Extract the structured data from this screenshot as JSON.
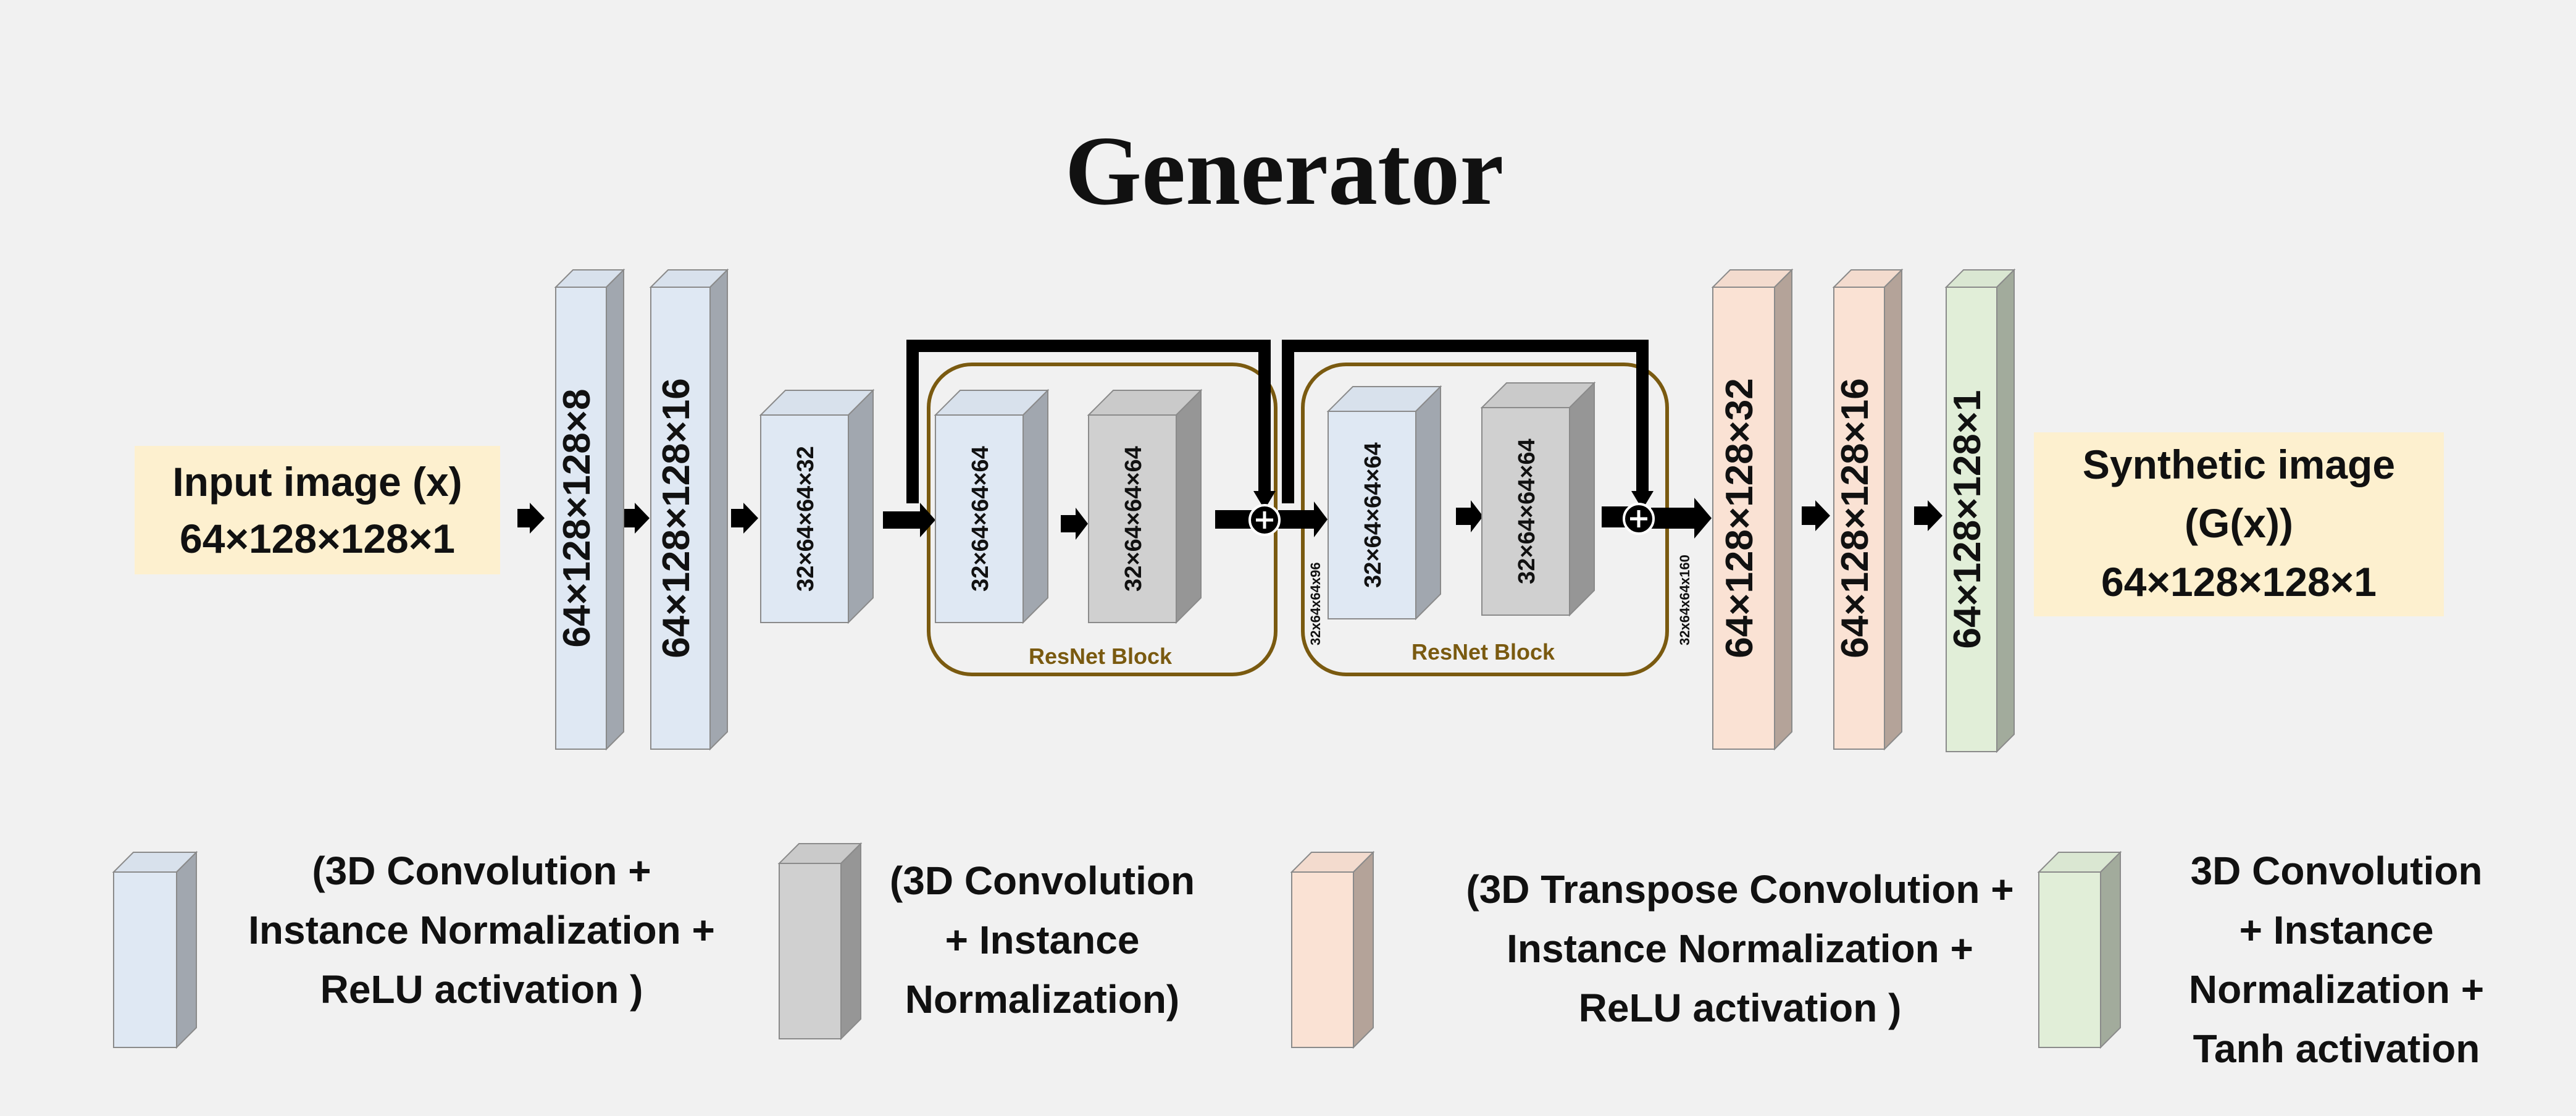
{
  "title": "Generator",
  "input_box": {
    "line1": "Input image (x)",
    "line2": "64×128×128×1"
  },
  "output_box": {
    "line1": "Synthetic image",
    "line2": "(G(x))",
    "line3": "64×128×128×1"
  },
  "layers": [
    "64×128×128×8",
    "64×128×128×16",
    "32×64×64×32",
    "32×64×64×64",
    "32×64×64×64",
    "32×64×64×64",
    "32×64×64×64",
    "64×128×128×32",
    "64×128×128×16",
    "64×128×128×1"
  ],
  "skip_labels": [
    "32x64x64x96",
    "32x64x64x160"
  ],
  "resnet_label": "ResNet Block",
  "legend": [
    {
      "lines": [
        "(3D Convolution +",
        "Instance Normalization +",
        "ReLU activation )"
      ]
    },
    {
      "lines": [
        "(3D Convolution",
        "+ Instance",
        "Normalization)"
      ]
    },
    {
      "lines": [
        "(3D Transpose Convolution +",
        "Instance Normalization +",
        "ReLU activation )"
      ]
    },
    {
      "lines": [
        "3D Convolution",
        "+ Instance",
        "Normalization +",
        "Tanh activation"
      ]
    }
  ],
  "colors": {
    "background": "#f1f1f1",
    "io_box": "#fdf0cf",
    "conv_relu": "#dfe8f3",
    "conv_norm": "#d0d0d0",
    "transpose_conv": "#fae2d4",
    "tanh": "#e1eed8",
    "resnet_border": "#7a5a10",
    "arrow": "#000000"
  }
}
